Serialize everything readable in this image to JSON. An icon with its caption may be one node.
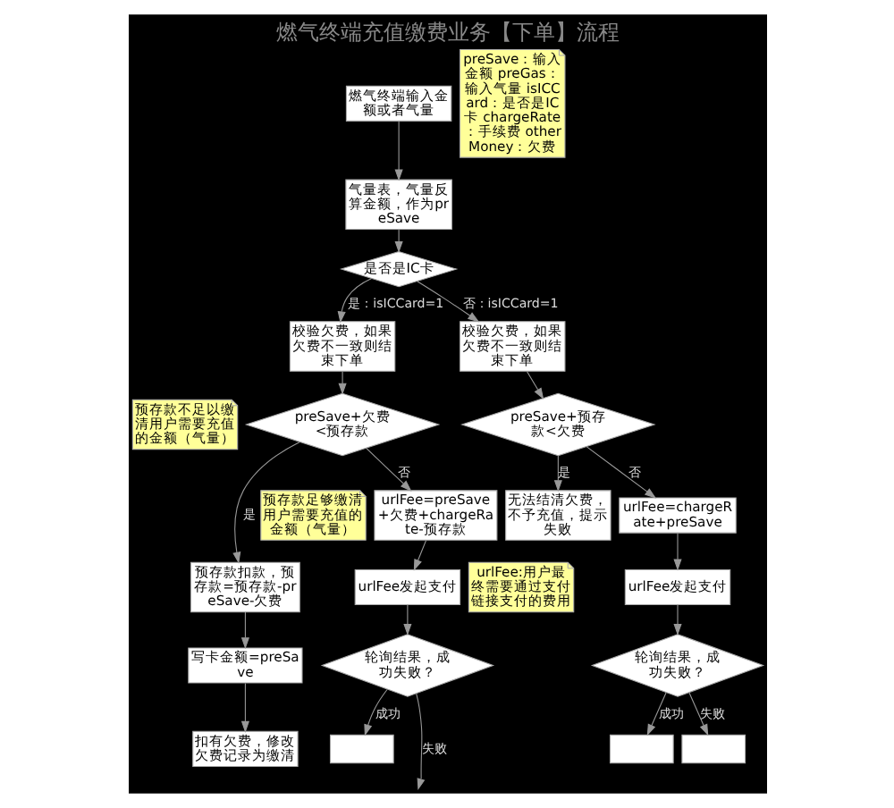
{
  "diagram": {
    "title": "燃气终端充值缴费业务【下单】流程",
    "nodes": [
      {
        "text": [
          "燃气终端输入金额或者气量"
        ]
      },
      {
        "text": [
          "preSave：输入金额 preGas：输入气量 isICCard：是否是IC卡 chargeRate：手续费 otherMoney：欠费"
        ]
      },
      {
        "text": [
          "气量表，气量反算金额，作为preSave"
        ]
      },
      {
        "text": [
          "是否是IC卡"
        ]
      },
      {
        "text": [
          "校验欠费，如果欠费不一致则结束下单"
        ]
      },
      {
        "text": [
          "校验欠费，如果欠费不一致则结束下单"
        ]
      },
      {
        "text": [
          "preSave+欠费<预存款"
        ]
      },
      {
        "text": [
          "预存款不足以缴清用户需要充值的金额（气量）"
        ]
      },
      {
        "text": [
          "preSave+预存款<欠费"
        ]
      },
      {
        "text": [
          "预存款足够缴清用户需要充值的金额（气量）"
        ]
      },
      {
        "text": [
          "urlFee=preSave+欠费+chargeRate-预存款"
        ]
      },
      {
        "text": [
          "urlFee:用户最终需要通过支付链接支付的费用"
        ]
      },
      {
        "text": [
          "urlFee=chargeRate+preSave"
        ]
      },
      {
        "text": [
          "预存款扣款，预存款=预存款-preSave-欠费"
        ]
      },
      {
        "text": [
          "urlFee发起支付"
        ]
      },
      {
        "text": [
          "urlFee发起支付"
        ]
      },
      {
        "text": [
          "无法结清欠费，不予充值，提示失败"
        ]
      },
      {
        "text": [
          "写卡金额=preSave"
        ]
      },
      {
        "text": [
          "轮询结果，成功失败？"
        ]
      },
      {
        "text": [
          "轮询结果，成功失败？"
        ]
      },
      {
        "text": [
          "扣有欠费，修改欠费记录为缴清"
        ]
      },
      {
        "text": [],
        "shape": "box"
      },
      {
        "text": [],
        "shape": "box"
      },
      {
        "text": [],
        "shape": "box"
      }
    ],
    "edges": [
      {
        "from": 0,
        "to": 2,
        "arrow": "to"
      },
      {
        "from": 2,
        "to": 3,
        "arrow": "to"
      },
      {
        "from": 3,
        "to": 4,
        "arrow": "to",
        "label": "是：isICCard=1"
      },
      {
        "from": 3,
        "to": 5,
        "arrow": "to",
        "label": "否：isICCard=1"
      },
      {
        "from": 4,
        "to": 6,
        "arrow": "to"
      },
      {
        "from": 5,
        "to": 8,
        "arrow": "to"
      },
      {
        "from": 6,
        "to": 13,
        "arrow": "to",
        "label": "是"
      },
      {
        "from": 6,
        "to": 10,
        "arrow": "to",
        "label": "否"
      },
      {
        "from": 8,
        "to": 16,
        "arrow": "to",
        "label": "是"
      },
      {
        "from": 8,
        "to": 12,
        "arrow": "to",
        "label": "否"
      },
      {
        "from": 10,
        "to": 14,
        "arrow": "to"
      },
      {
        "from": 12,
        "to": 15,
        "arrow": "to"
      },
      {
        "from": 13,
        "to": 17,
        "arrow": "to"
      },
      {
        "from": 17,
        "to": 20,
        "arrow": "to"
      },
      {
        "from": 14,
        "to": 18,
        "arrow": "to"
      },
      {
        "from": 15,
        "to": 19,
        "arrow": "to"
      },
      {
        "from": 18,
        "to": 21,
        "arrow": "to",
        "label": "成功"
      },
      {
        "from": 18,
        "to": null,
        "arrow": "to",
        "label": "失败"
      },
      {
        "from": 19,
        "to": 22,
        "arrow": "to",
        "label": "成功"
      },
      {
        "from": 19,
        "to": 23,
        "arrow": "to",
        "label": "失败"
      }
    ]
  }
}
